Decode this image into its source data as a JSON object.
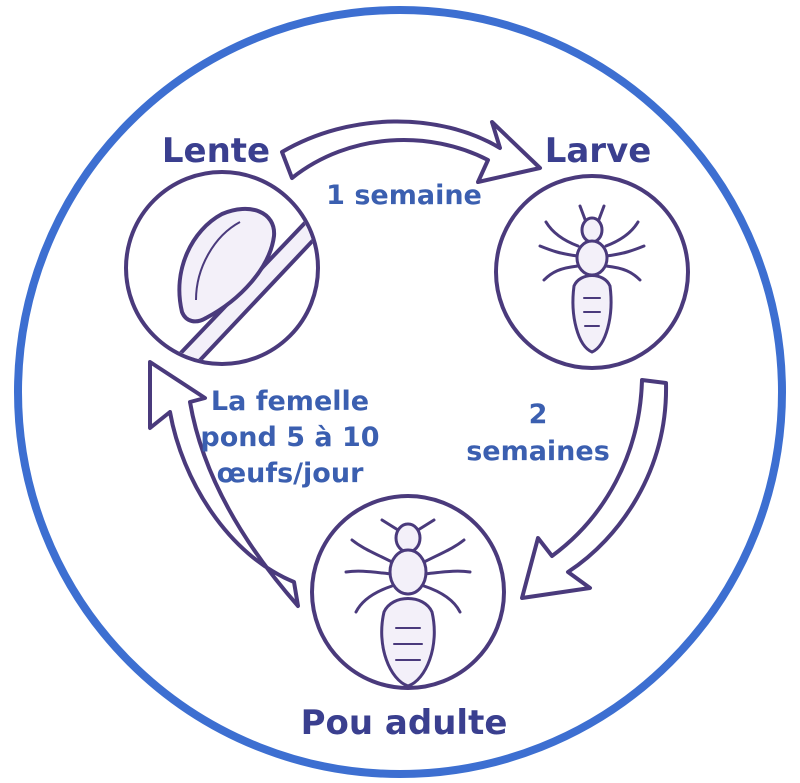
{
  "stages": {
    "nit": "Lente",
    "larva": "Larve",
    "adult": "Pou adulte"
  },
  "transitions": {
    "nit_to_larva": "1 semaine",
    "larva_to_adult_line1": "2",
    "larva_to_adult_line2": "semaines",
    "adult_to_nit_line1": "La femelle",
    "adult_to_nit_line2": "pond 5 à 10",
    "adult_to_nit_line3": "œufs/jour"
  },
  "colors": {
    "outer_ring": "#3d6fd1",
    "stroke": "#4a3a7c",
    "fill": "#f3f0f9",
    "stage_text": "#3a3f8f",
    "transition_text": "#3b5fb0"
  }
}
